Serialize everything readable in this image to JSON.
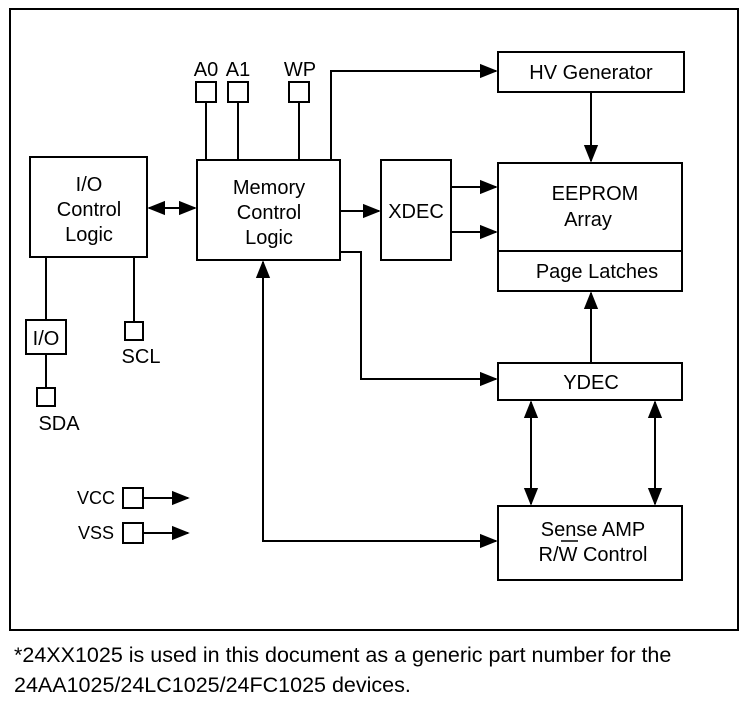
{
  "diagram": {
    "blocks": {
      "io_control": [
        "I/O",
        "Control",
        "Logic"
      ],
      "memory_control": [
        "Memory",
        "Control",
        "Logic"
      ],
      "xdec": "XDEC",
      "hv_generator": "HV Generator",
      "eeprom": [
        "EEPROM",
        "Array"
      ],
      "page_latches": "Page Latches",
      "ydec": "YDEC",
      "sense_amp": "Sense AMP",
      "rw_control": "R/W Control",
      "io_buffer": "I/O"
    },
    "pins": {
      "a0": "A0",
      "a1": "A1",
      "wp": "WP",
      "scl": "SCL",
      "sda": "SDA",
      "vcc": "VCC",
      "vss": "VSS"
    }
  },
  "footnote": "*24XX1025 is used in this document as a generic part number for the 24AA1025/24LC1025/24FC1025 devices."
}
